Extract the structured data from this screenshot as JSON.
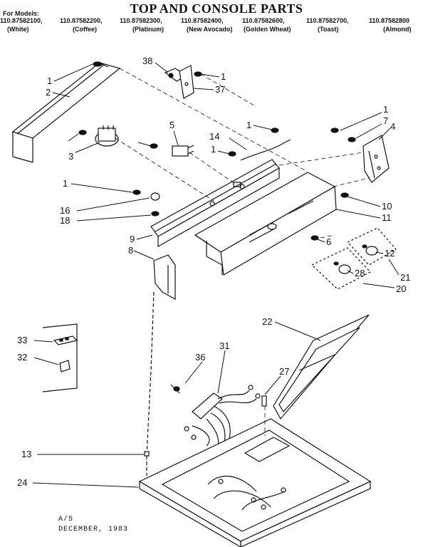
{
  "title": "TOP AND CONSOLE PARTS",
  "for_models_label": "For Models:",
  "models": [
    "110.87582100,",
    "110.87582200,",
    "110.87582300,",
    "110.87582400,",
    "110.87582600,",
    "110.87582700,",
    "110.87582800"
  ],
  "colors": [
    "(White)",
    "(Coffee)",
    "(Platinum)",
    "(New Avocado)",
    "(Golden Wheat)",
    "(Toast)",
    "(Almond)"
  ],
  "callouts": [
    "1",
    "2",
    "38",
    "1",
    "37",
    "1",
    "7",
    "4",
    "5",
    "14",
    "1",
    "1",
    "3",
    "1",
    "16",
    "18",
    "10",
    "11",
    "9",
    "6",
    "8",
    "12",
    "28",
    "21",
    "20",
    "22",
    "33",
    "32",
    "36",
    "31",
    "27",
    "13",
    "24"
  ],
  "footer": {
    "line1": "A/5",
    "line2": "DECEMBER, 1983"
  }
}
